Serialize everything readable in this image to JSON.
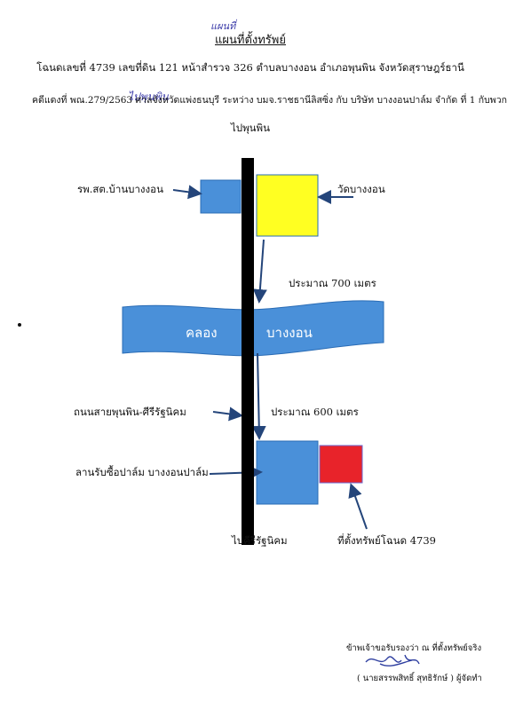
{
  "header": {
    "title": "แผนที่ตั้งทรัพย์",
    "handwritten_note": "แผนที่",
    "deed_line": "โฉนดเลขที่  4739  เลขที่ดิน  121 หน้าสำรวจ 326 ตำบลบางงอน อำเภอพุนพิน  จังหวัดสุราษฎร์ธานี",
    "case_line": "คดีแดงที่ พณ.279/2563 ศาลจังหวัดแพ่งธนบุรี ระหว่าง บมจ.ราชธานีลิสซิ่ง กับ บริษัท บางงอนปาล์ม จำกัด ที่ 1 กับพวก",
    "case_line_cont": "ไปพุนพิน",
    "handwritten_mark": "ไปพุนพิน"
  },
  "map": {
    "hospital_label": "รพ.สต.บ้านบางงอน",
    "temple_label": "วัดบางงอน",
    "distance_1": "ประมาณ 700 เมตร",
    "canal_left": "คลอง",
    "canal_right": "บางงอน",
    "road_label": "ถนนสายพุนพิน-ศีรีรัฐนิคม",
    "distance_2": "ประมาณ 600 เมตร",
    "palm_yard_label": "ลานรับซื้อปาล์ม บางงอนปาล์ม",
    "road_end_label": "ไปคีรีรัฐนิคม",
    "property_label": "ที่ตั้งทรัพย์โฉนด 4739",
    "colors": {
      "blue": "#4a90d9",
      "yellow": "#ffff22",
      "red": "#e8232a",
      "arrow": "#24457a"
    }
  },
  "footer": {
    "certify_line": "ข้าพเจ้าขอรับรองว่า ณ ที่ตั้งทรัพย์จริง",
    "name_line": "( นายสรรพสิทธิ์ สุทธิรักษ์ ) ผู้จัดทำ"
  }
}
